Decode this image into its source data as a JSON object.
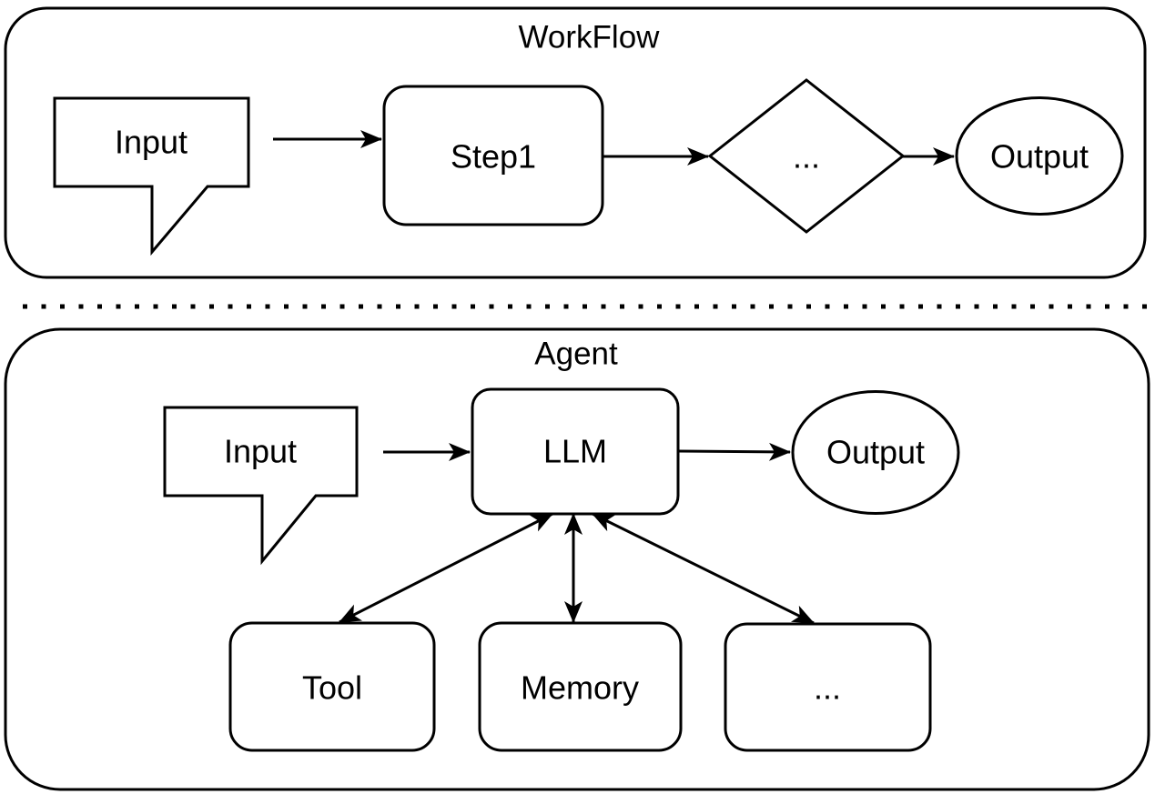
{
  "diagram": {
    "background_color": "#ffffff",
    "line_color": "#000000",
    "workflow": {
      "title": "WorkFlow",
      "nodes": {
        "input": "Input",
        "step1": "Step1",
        "decision": "...",
        "output": "Output"
      }
    },
    "agent": {
      "title": "Agent",
      "nodes": {
        "input": "Input",
        "llm": "LLM",
        "output": "Output",
        "tool": "Tool",
        "memory": "Memory",
        "more": "..."
      }
    }
  }
}
